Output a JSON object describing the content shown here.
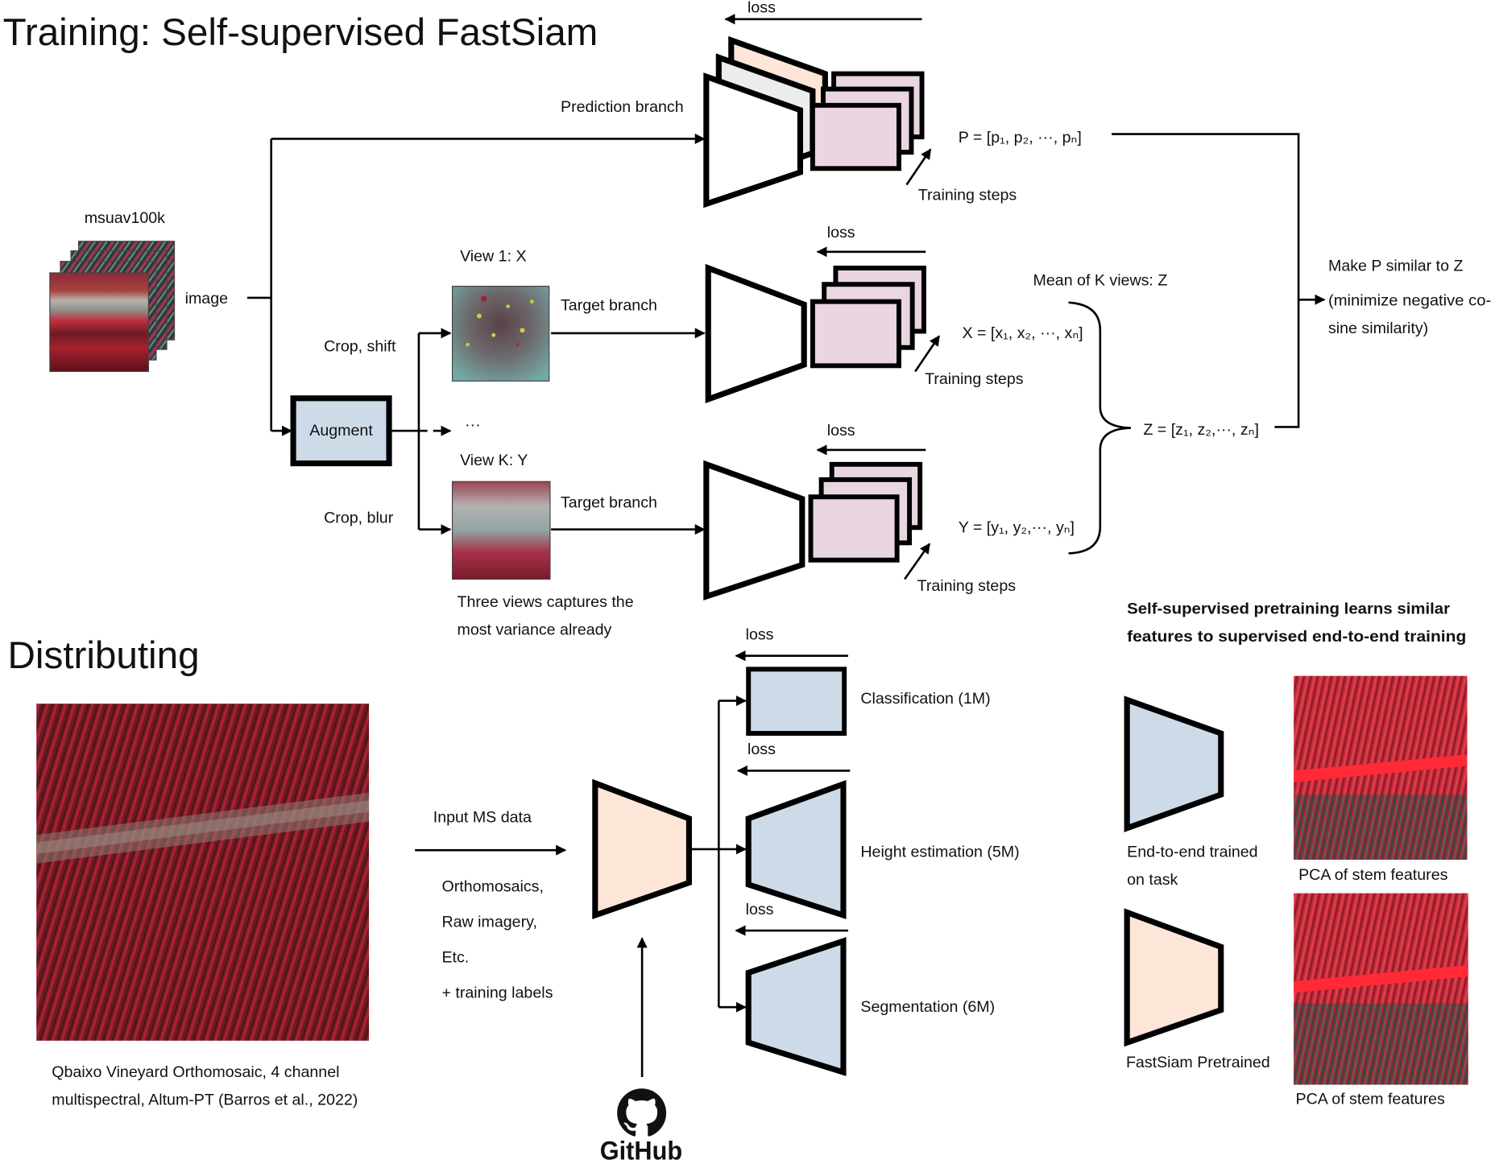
{
  "training": {
    "title": "Training: Self-supervised FastSiam",
    "dataset_label": "msuav100k",
    "image_label": "image",
    "augment_label": "Augment",
    "crop_shift": "Crop, shift",
    "crop_blur": "Crop, blur",
    "ellipsis": "···",
    "view1_label": "View 1: X",
    "viewk_label": "View K: Y",
    "prediction_branch": "Prediction branch",
    "target_branches": [
      "Target branch",
      "Target branch"
    ],
    "views_note": [
      "Three views captures the",
      "most variance already"
    ],
    "loss_labels": [
      "loss",
      "loss",
      "loss"
    ],
    "training_steps": [
      "Training steps",
      "Training steps",
      "Training steps"
    ],
    "p_vector": "P = [p₁, p₂, ···, pₙ]",
    "x_vector": "X = [x₁, x₂, ···, xₙ]",
    "y_vector": "Y = [y₁, y₂,···, yₙ]",
    "mean_label": "Mean of K views: Z",
    "z_vector": "Z = [z₁, z₂,···, zₙ]",
    "objective": [
      "Make P similar to Z",
      "(minimize negative co-",
      "sine similarity)"
    ]
  },
  "distributing": {
    "title": "Distributing",
    "ortho_caption": [
      "Qbaixo Vineyard Orthomosaic,  4 channel",
      "multispectral, Altum-PT (Barros et al., 2022)"
    ],
    "input_label": "Input MS data",
    "input_types": [
      "Orthomosaics,",
      "Raw imagery,",
      "Etc.",
      "+ training labels"
    ],
    "tasks": [
      {
        "label": "Classification (1M)",
        "loss": "loss"
      },
      {
        "label": "Height estimation (5M)",
        "loss": "loss"
      },
      {
        "label": "Segmentation (6M)",
        "loss": "loss"
      }
    ],
    "github_label": "GitHub",
    "github_icon": "github-icon"
  },
  "comparison": {
    "heading": [
      "Self-supervised pretraining learns similar",
      "features to supervised end-to-end training"
    ],
    "end_to_end": [
      "End-to-end trained",
      "on task"
    ],
    "pretrained": "FastSiam Pretrained",
    "pca_captions": [
      "PCA of stem features",
      "PCA of stem features"
    ]
  },
  "colors": {
    "encoder_blue": "#cddbe8",
    "encoder_peach": "#fde5d8",
    "projector_pink": "#e9d6e2",
    "projector_gray": "#ececec",
    "encoder_white": "#ffffff"
  }
}
